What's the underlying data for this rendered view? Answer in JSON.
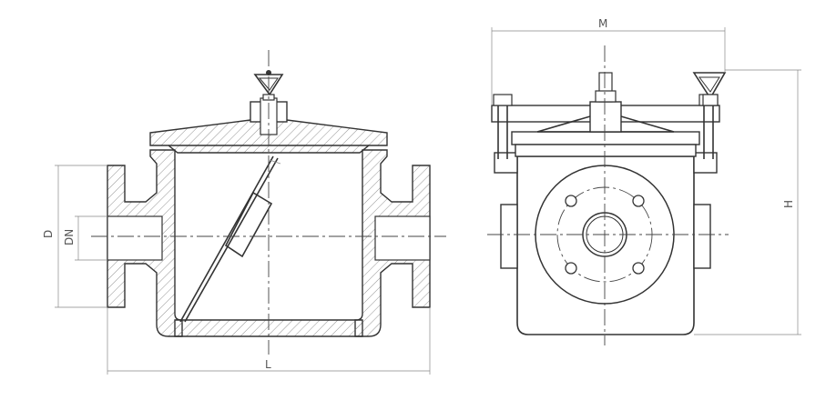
{
  "diagram": {
    "labels": {
      "D": "D",
      "DN": "DN",
      "L": "L",
      "M": "M",
      "H": "H"
    },
    "colors": {
      "line": "#333333",
      "dimension": "#888888",
      "background": "#ffffff"
    }
  }
}
